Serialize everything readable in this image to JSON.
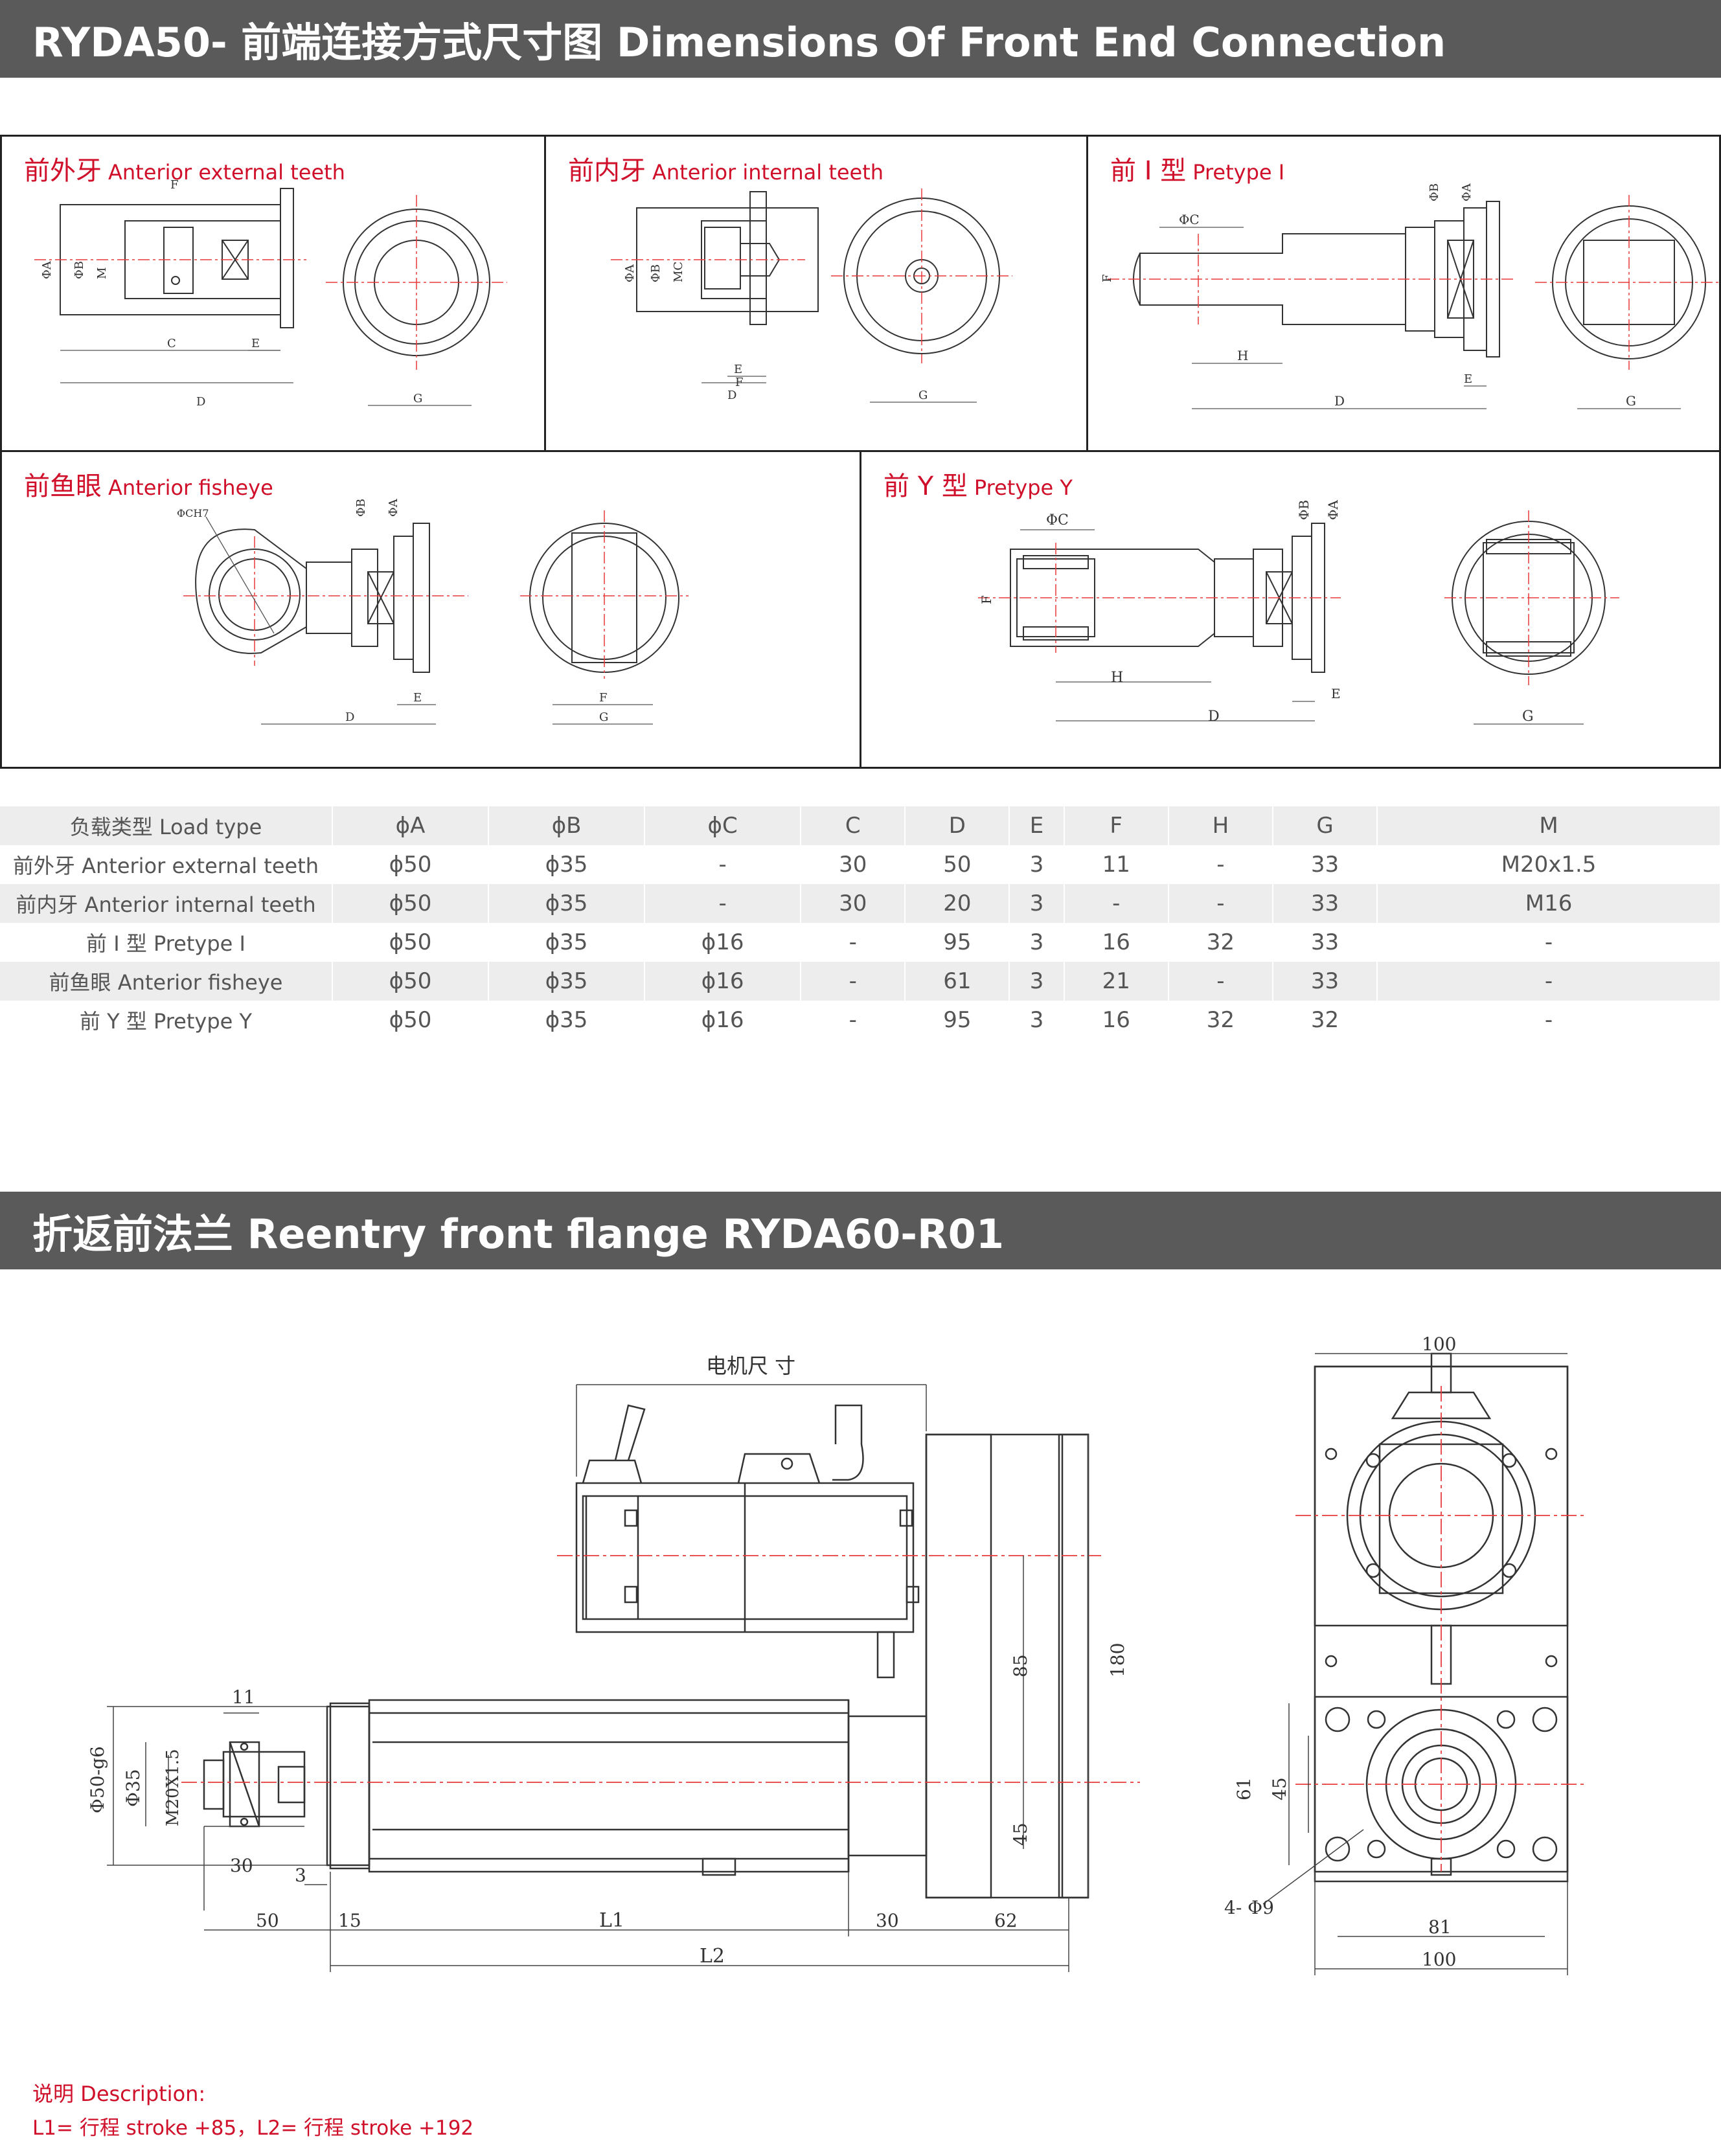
{
  "header": {
    "title": "RYDA50- 前端连接方式尺寸图 Dimensions Of Front End Connection"
  },
  "panels": [
    {
      "cn": "前外牙",
      "en": "Anterior external teeth",
      "labels": [
        "F",
        "ΦA",
        "ΦB",
        "M",
        "C",
        "E",
        "D",
        "G"
      ]
    },
    {
      "cn": "前内牙",
      "en": "Anterior internal teeth",
      "labels": [
        "ΦA",
        "ΦB",
        "MC",
        "E",
        "F",
        "D",
        "G"
      ]
    },
    {
      "cn": "前 I 型",
      "en": "Pretype I",
      "labels": [
        "ΦC",
        "ΦB",
        "ΦA",
        "F",
        "H",
        "E",
        "D",
        "G"
      ]
    },
    {
      "cn": "前鱼眼",
      "en": "Anterior fisheye",
      "labels": [
        "ΦCH7",
        "ΦB",
        "ΦA",
        "E",
        "D",
        "F",
        "G"
      ]
    },
    {
      "cn": "前 Y 型",
      "en": "Pretype Y",
      "labels": [
        "ΦC",
        "ΦB",
        "ΦA",
        "F",
        "H",
        "E",
        "D",
        "G"
      ]
    }
  ],
  "table": {
    "headers": [
      "负载类型 Load type",
      "ϕA",
      "ϕB",
      "ϕC",
      "C",
      "D",
      "E",
      "F",
      "H",
      "G",
      "M"
    ],
    "rows": [
      [
        "前外牙 Anterior external teeth",
        "ϕ50",
        "ϕ35",
        "-",
        "30",
        "50",
        "3",
        "11",
        "-",
        "33",
        "M20x1.5"
      ],
      [
        "前内牙 Anterior internal teeth",
        "ϕ50",
        "ϕ35",
        "-",
        "30",
        "20",
        "3",
        "-",
        "-",
        "33",
        "M16"
      ],
      [
        "前 I 型 Pretype I",
        "ϕ50",
        "ϕ35",
        "ϕ16",
        "-",
        "95",
        "3",
        "16",
        "32",
        "33",
        "-"
      ],
      [
        "前鱼眼 Anterior fisheye",
        "ϕ50",
        "ϕ35",
        "ϕ16",
        "-",
        "61",
        "3",
        "21",
        "-",
        "33",
        "-"
      ],
      [
        "前 Y 型 Pretype Y",
        "ϕ50",
        "ϕ35",
        "ϕ16",
        "-",
        "95",
        "3",
        "16",
        "32",
        "32",
        "-"
      ]
    ]
  },
  "section2": {
    "title": "折返前法兰 Reentry front flange RYDA60-R01"
  },
  "drawing2": {
    "motor_label": "电机尺 寸",
    "dims": {
      "d11": "11",
      "d50g6": "Φ50-g6",
      "d35": "Φ35",
      "m20": "M20X1.5",
      "d30a": "30",
      "d3": "3",
      "d50": "50",
      "d15": "15",
      "L1": "L1",
      "d30b": "30",
      "d62": "62",
      "L2": "L2",
      "d85": "85",
      "d45": "45",
      "d180": "180",
      "w100top": "100",
      "d61": "61",
      "d45r": "45",
      "holes": "4- Φ9",
      "d81": "81",
      "w100bot": "100"
    }
  },
  "description": {
    "title": "说明 Description:",
    "text": "L1= 行程 stroke +85，L2= 行程 stroke +192"
  },
  "colors": {
    "banner": "#5a5a5a",
    "accent_red": "#d0102a",
    "row_gray": "#ededed",
    "centerline": "#e83a3a"
  }
}
